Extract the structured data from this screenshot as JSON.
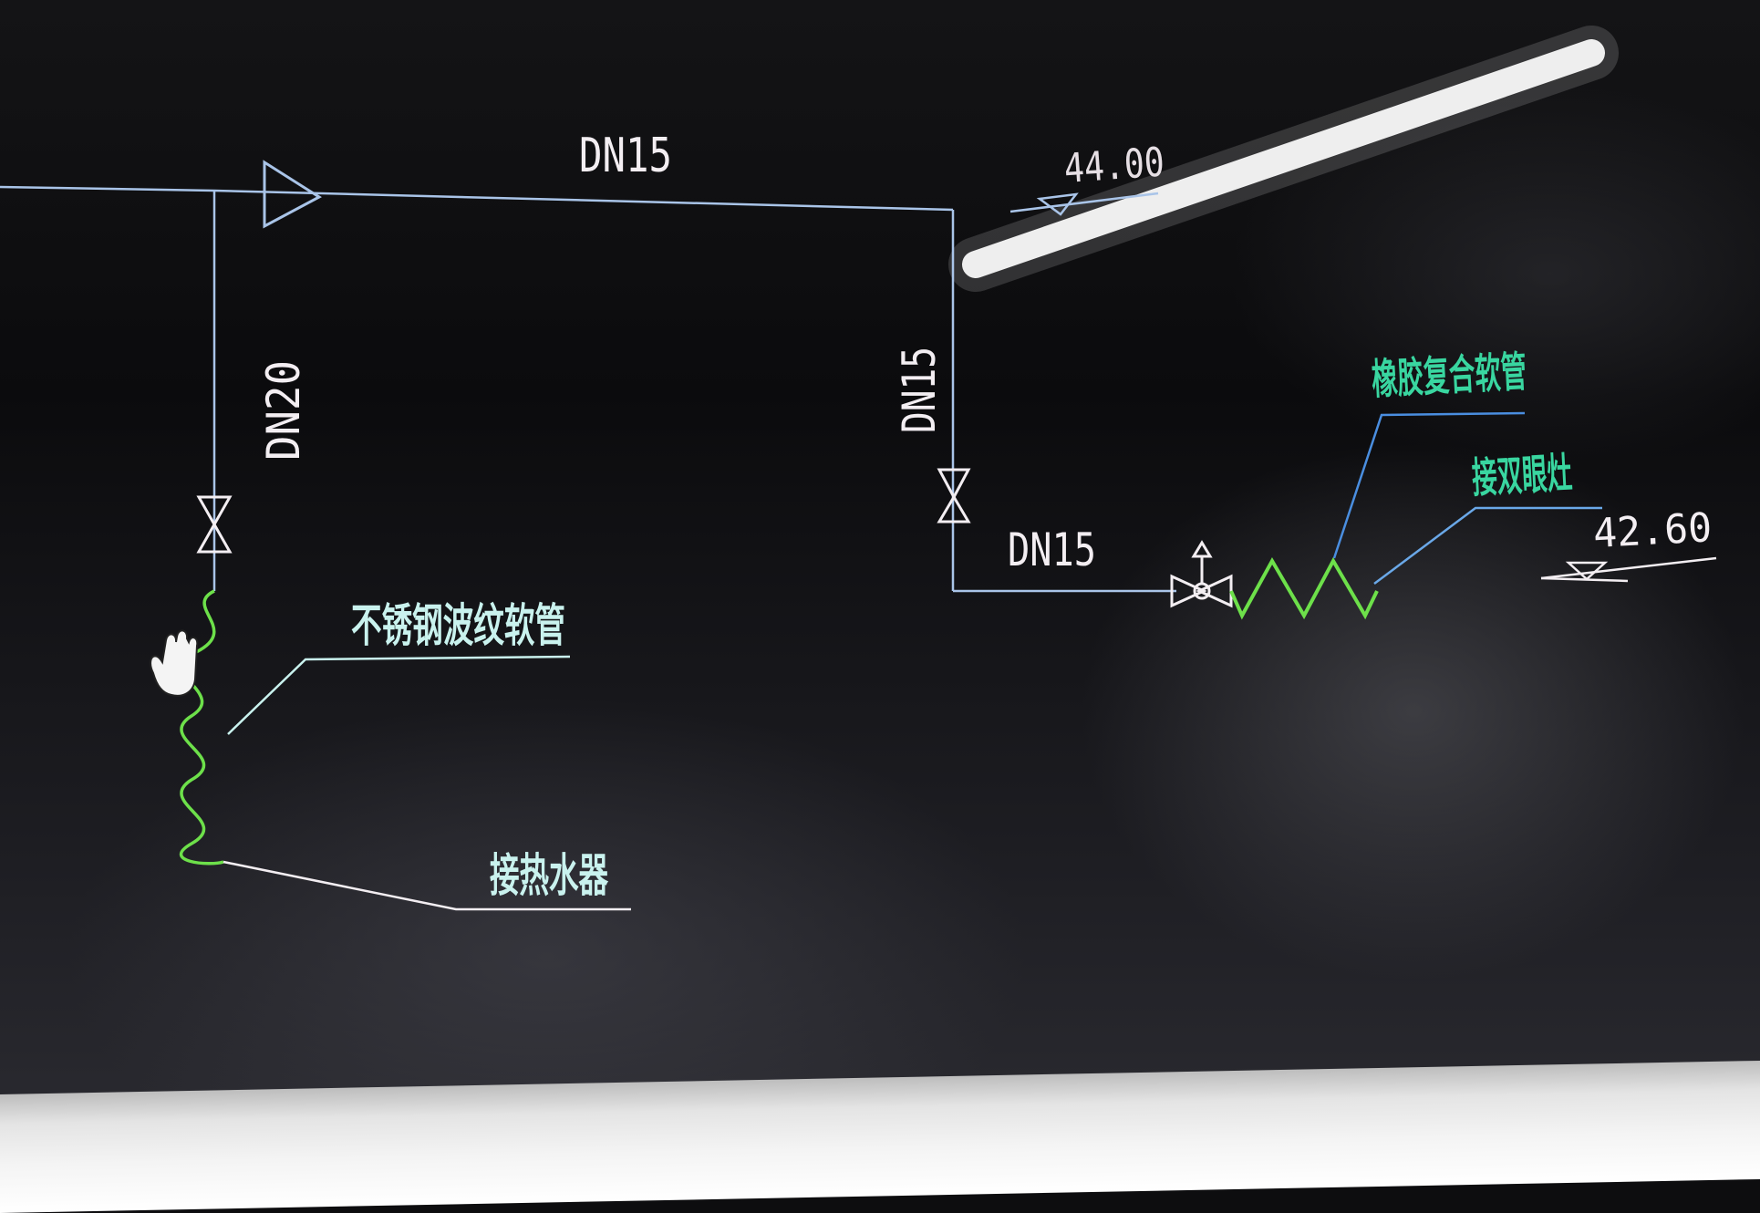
{
  "pipes": {
    "main_horizontal_size": "DN15",
    "riser_left_size": "DN20",
    "riser_right_size": "DN15",
    "branch_right_size": "DN15"
  },
  "elevations": {
    "upper": "44.00",
    "lower": "42.60"
  },
  "notes": {
    "stainless_hose": "不锈钢波纹软管",
    "water_heater": "接热水器",
    "rubber_hose": "橡胶复合软管",
    "double_stove": "接双眼灶"
  },
  "colors": {
    "pipe": "#a9c4e8",
    "text_white": "#f3eef2",
    "hose_green": "#6de04a",
    "note_cyan": "#c9f2ee",
    "note_green": "#39d6a0"
  }
}
